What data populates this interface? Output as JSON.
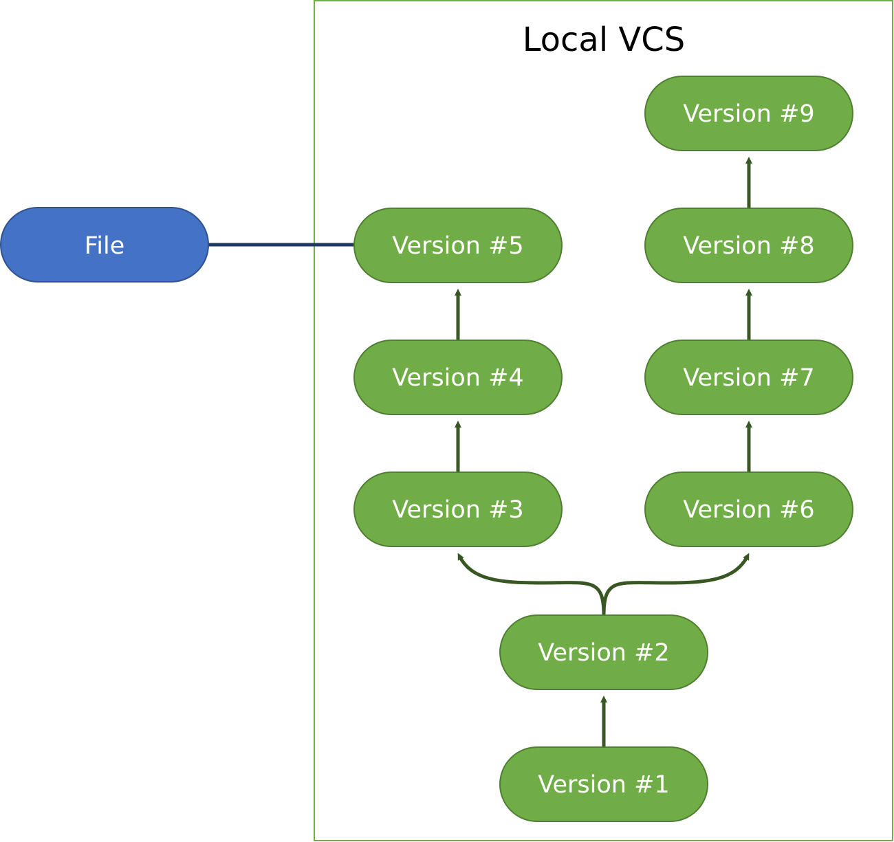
{
  "colors": {
    "version_fill": "#70ad47",
    "version_stroke": "#507e32",
    "file_fill": "#4472c4",
    "file_stroke": "#2f528f",
    "container_stroke": "#70ad47",
    "arrow": "#385723",
    "connector": "#1f3864"
  },
  "container": {
    "title": "Local VCS"
  },
  "file": {
    "label": "File"
  },
  "versions": [
    {
      "id": "v1",
      "label": "Version #1"
    },
    {
      "id": "v2",
      "label": "Version #2"
    },
    {
      "id": "v3",
      "label": "Version #3"
    },
    {
      "id": "v4",
      "label": "Version #4"
    },
    {
      "id": "v5",
      "label": "Version #5"
    },
    {
      "id": "v6",
      "label": "Version #6"
    },
    {
      "id": "v7",
      "label": "Version #7"
    },
    {
      "id": "v8",
      "label": "Version #8"
    },
    {
      "id": "v9",
      "label": "Version #9"
    }
  ],
  "edges": [
    {
      "from": "v1",
      "to": "v2"
    },
    {
      "from": "v2",
      "to": "v3"
    },
    {
      "from": "v2",
      "to": "v6"
    },
    {
      "from": "v3",
      "to": "v4"
    },
    {
      "from": "v4",
      "to": "v5"
    },
    {
      "from": "v6",
      "to": "v7"
    },
    {
      "from": "v7",
      "to": "v8"
    },
    {
      "from": "v8",
      "to": "v9"
    }
  ],
  "links": [
    {
      "from": "file",
      "to": "v5"
    }
  ]
}
